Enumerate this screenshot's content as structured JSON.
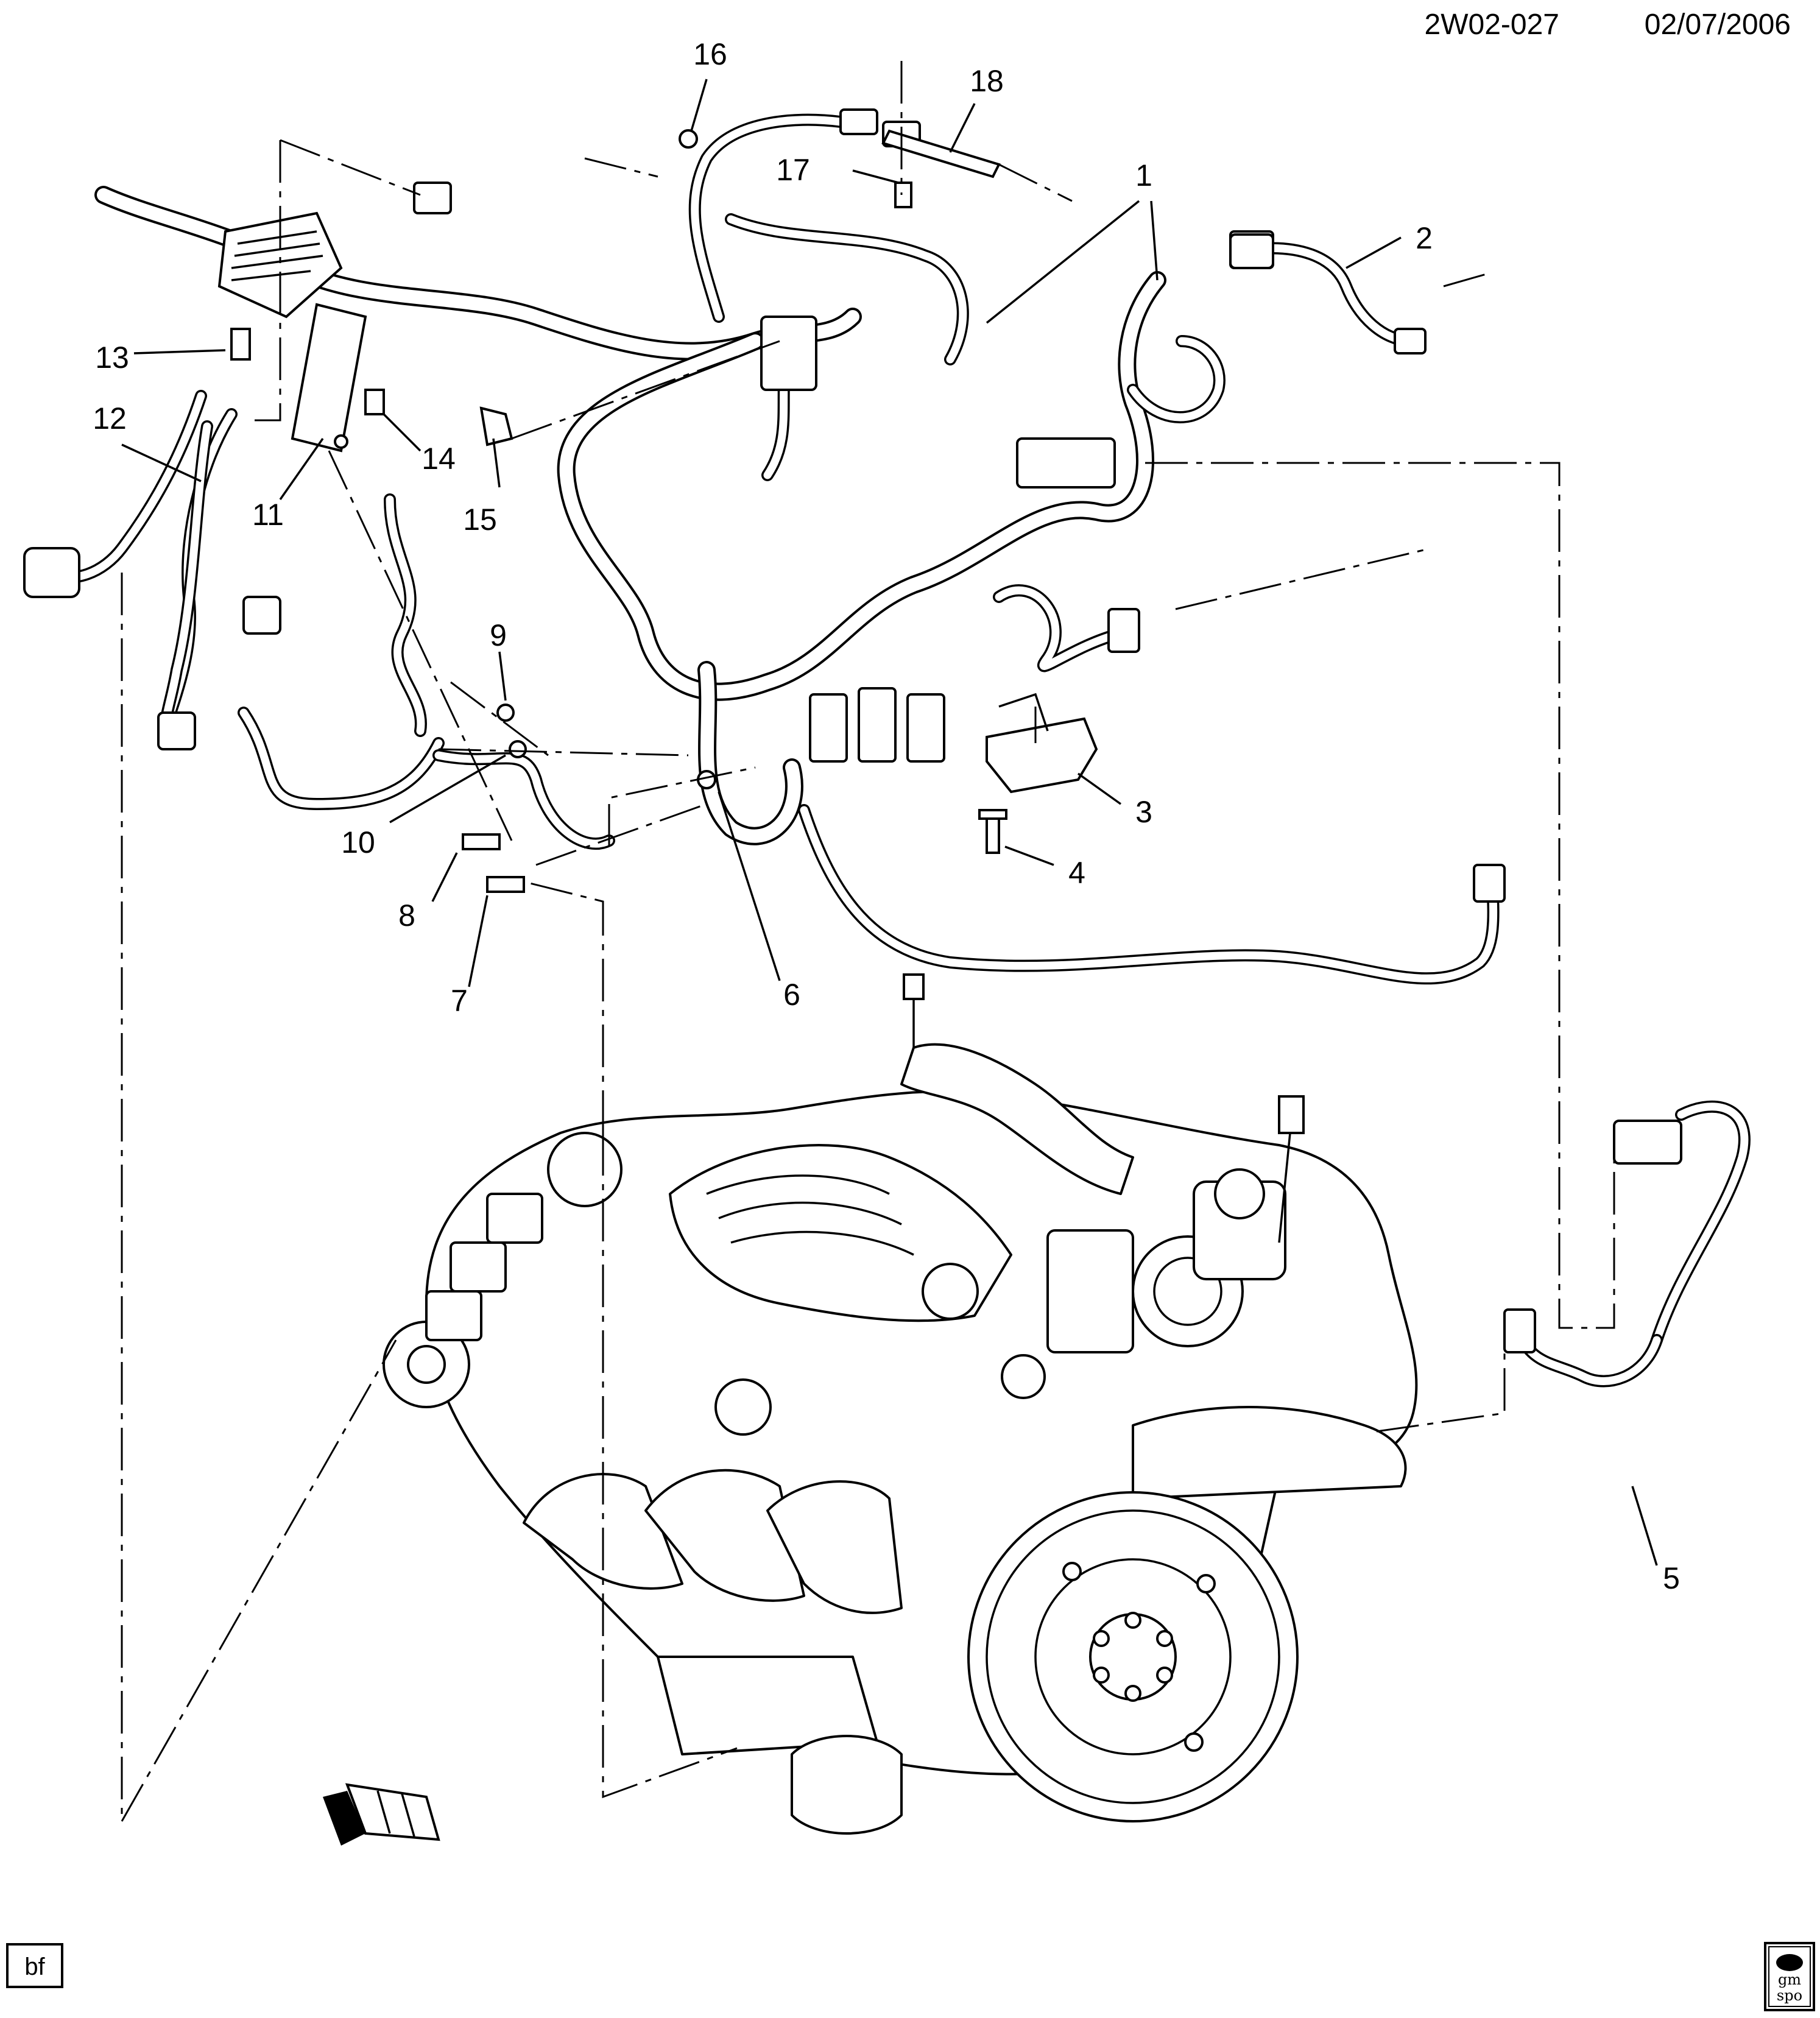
{
  "header": {
    "code": "2W02-027",
    "date": "02/07/2006"
  },
  "callouts": [
    "1",
    "2",
    "3",
    "4",
    "5",
    "6",
    "7",
    "8",
    "9",
    "10",
    "11",
    "12",
    "13",
    "14",
    "15",
    "16",
    "17",
    "18"
  ],
  "corner_tag": "bf",
  "stamp_lines": [
    "gm",
    "spo"
  ],
  "icons": [
    "front-direction-arrow-icon",
    "gm-spo-logo-icon"
  ]
}
